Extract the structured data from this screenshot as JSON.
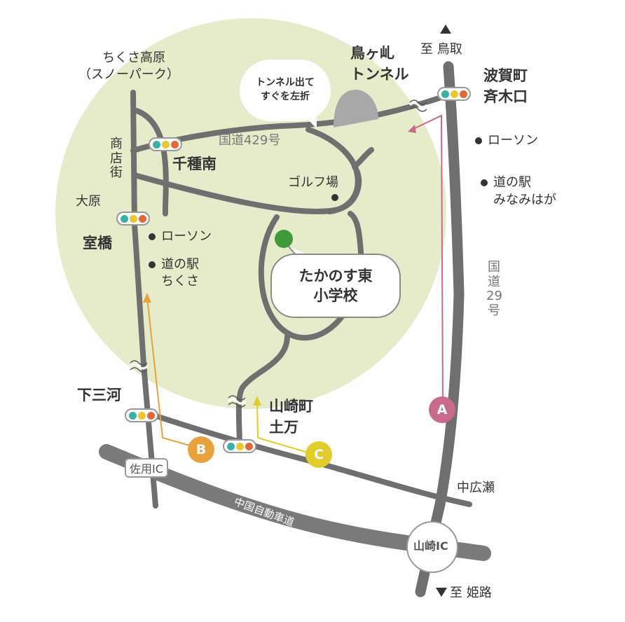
{
  "map_labels": {
    "chikusa_kogen": "ちくさ高原",
    "snow_park": "（スノーパーク）",
    "shotengai": "商店街",
    "ohara": "大原",
    "muro_hashi": "室橋",
    "chigusa_minami": "千種南",
    "route_429": "国道429号",
    "golf": "ゴルフ場",
    "lawson_left": "ローソン",
    "michinoeki_chikusa_1": "道の駅",
    "michinoeki_chikusa_2": "ちくさ",
    "tottori": "至 鳥取",
    "tunnel_1": "鳥ヶ乢",
    "tunnel_2": "トンネル",
    "bubble_1": "トンネル出て",
    "bubble_2": "すぐを左折",
    "haga_1": "波賀町",
    "haga_2": "斉木口",
    "lawson_right": "ローソン",
    "michinoeki_minami_1": "道の駅",
    "michinoeki_minami_2": "みなみはが",
    "route_29": "国道29号",
    "school_1": "たかのす東",
    "school_2": "小学校",
    "shimomikawa": "下三河",
    "yamasaki_1": "山崎町",
    "yamasaki_2": "土万",
    "saku_ic": "佐用IC",
    "chugoku_expwy": "中国自動車道",
    "nakahirose": "中広瀬",
    "yamasaki_ic": "山崎IC",
    "himeji": "至 姫路"
  },
  "routes": [
    {
      "id": "A",
      "color": "#c9698b"
    },
    {
      "id": "B",
      "color": "#e7a23c"
    },
    {
      "id": "C",
      "color": "#e1cc2b"
    }
  ],
  "colors": {
    "area_fill": "#e6ecc9",
    "road": "#6f6f6f",
    "tunnel": "#a8a8a8",
    "school_pin": "#3f9a3a",
    "signal_teal": "#3ab0a6",
    "signal_yellow": "#ecc62e",
    "signal_orange": "#e0683a"
  }
}
